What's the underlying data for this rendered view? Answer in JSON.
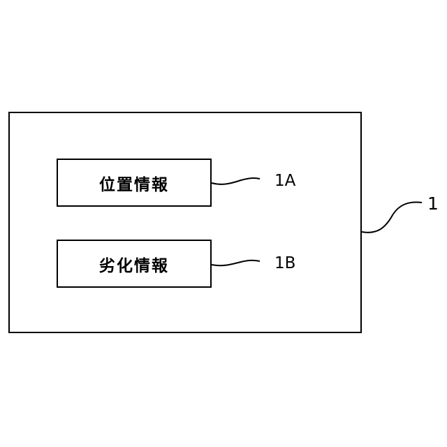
{
  "diagram": {
    "box_a": {
      "label": "位置情報",
      "ref": "1A"
    },
    "box_b": {
      "label": "劣化情報",
      "ref": "1B"
    },
    "outer": {
      "ref": "1"
    }
  },
  "colors": {
    "stroke": "#000000",
    "background": "#ffffff"
  }
}
